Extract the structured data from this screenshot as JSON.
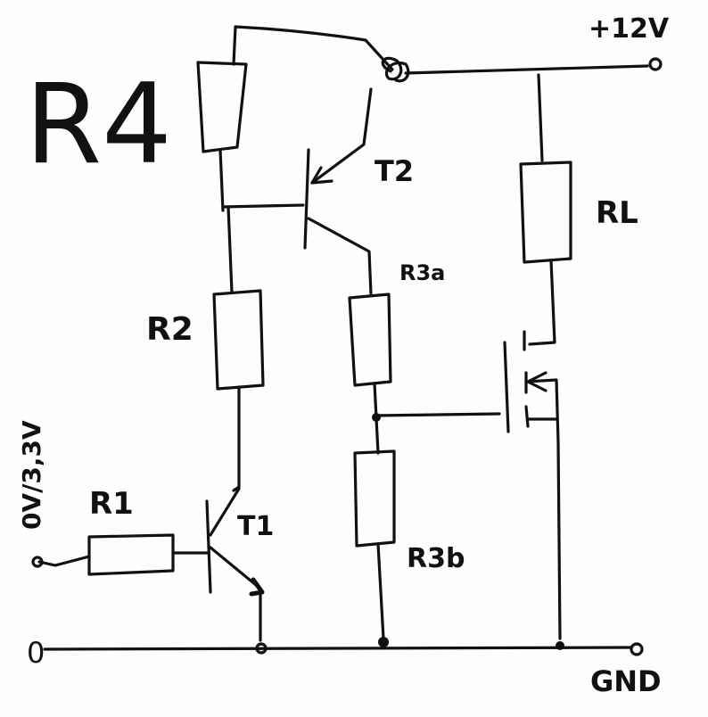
{
  "labels": {
    "r4": "R4",
    "t2": "T2",
    "supply": "+12V",
    "rl": "RL",
    "r3a": "R3a",
    "r2": "R2",
    "input": "0V/3,3V",
    "r1": "R1",
    "t1": "T1",
    "r3b": "R3b",
    "zero": "0",
    "gnd": "GND"
  },
  "colors": {
    "ink": "#111111",
    "paper": "#fdfdfd"
  }
}
